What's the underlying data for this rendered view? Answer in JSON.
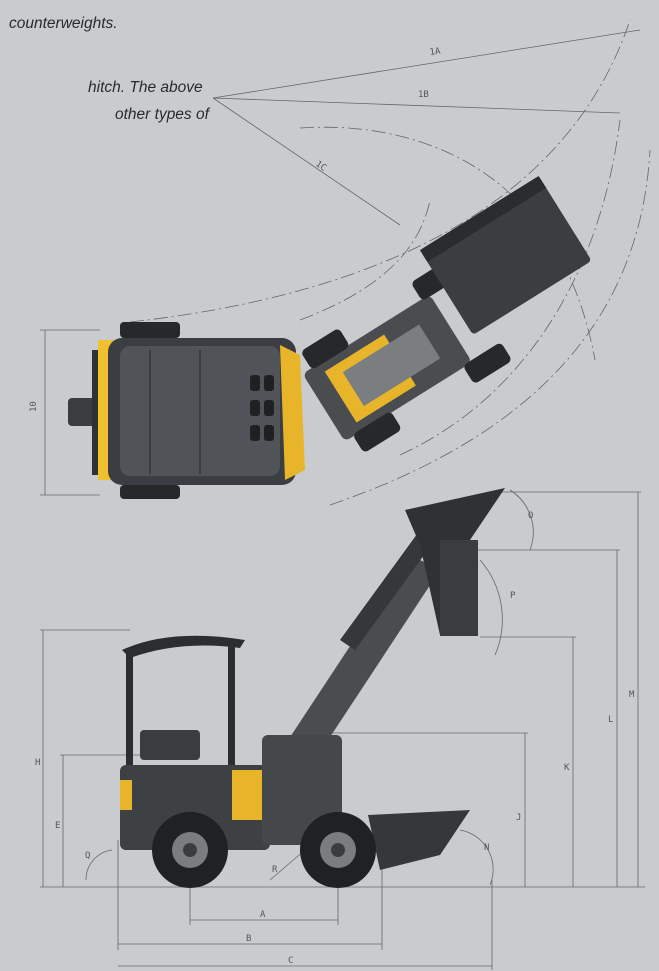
{
  "captions": {
    "line1": "counterweights.",
    "line2": "hitch. The above",
    "line3": "other types of"
  },
  "top_view": {
    "labels": {
      "1A": "1A",
      "1B": "1B",
      "1C": "1C",
      "10": "10"
    }
  },
  "side_view": {
    "labels": {
      "A": "A",
      "B": "B",
      "C": "C",
      "H": "H",
      "E": "E",
      "J": "J",
      "K": "K",
      "L": "L",
      "M": "M",
      "N": "N",
      "O": "O",
      "P": "P",
      "Q": "Q",
      "R": "R"
    }
  },
  "colors": {
    "background": "#c9ccce",
    "machine_body": "#3e4144",
    "machine_accent": "#e8b52a",
    "dimension_line": "#666666",
    "caption_text": "#2a2a2a"
  }
}
